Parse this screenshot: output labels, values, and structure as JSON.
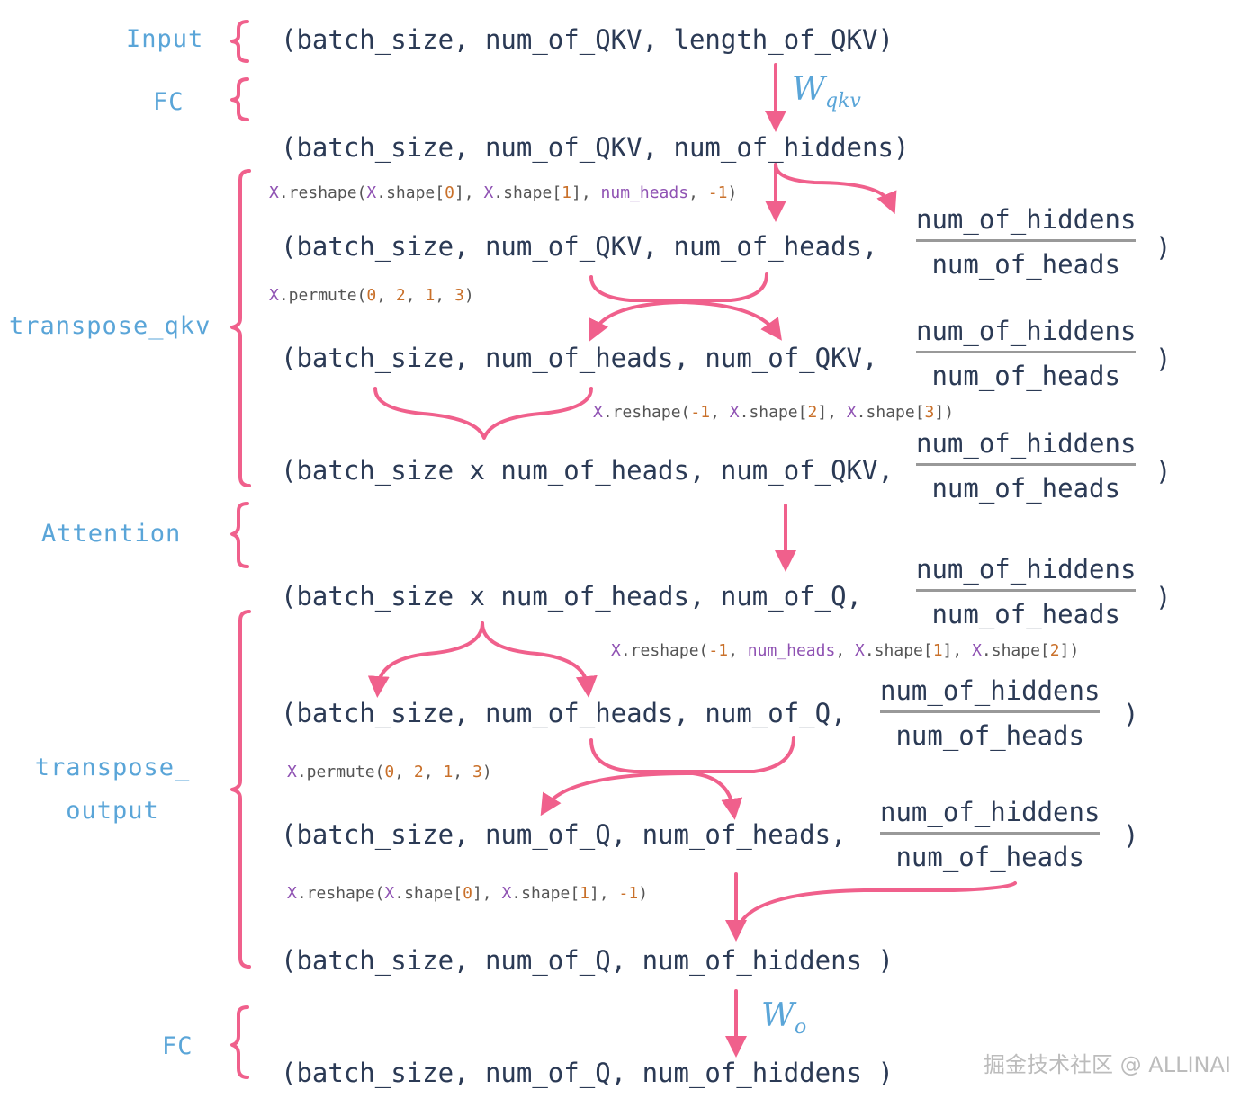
{
  "stages": {
    "input": "Input",
    "fc1": "FC",
    "transpose_qkv": "transpose_qkv",
    "attention": "Attention",
    "transpose_output_line1": "transpose_",
    "transpose_output_line2": "output",
    "fc2": "FC"
  },
  "shapes": {
    "s1": "(batch_size, num_of_QKV, length_of_QKV)",
    "s2": "(batch_size, num_of_QKV, num_of_hiddens)",
    "s3": "(batch_size, num_of_QKV, num_of_heads,",
    "s4": "(batch_size, num_of_heads, num_of_QKV,",
    "s5": "(batch_size x num_of_heads, num_of_QKV,",
    "s6": "(batch_size x num_of_heads, num_of_Q,",
    "s7": "(batch_size, num_of_heads, num_of_Q,",
    "s8": "(batch_size, num_of_Q, num_of_heads,",
    "s9": "(batch_size, num_of_Q, num_of_hiddens )",
    "s10": "(batch_size, num_of_Q, num_of_hiddens )"
  },
  "fraction": {
    "numerator": "num_of_hiddens",
    "denominator": "num_of_heads",
    "close_paren": ")"
  },
  "code": {
    "reshape_split": [
      {
        "t": "X",
        "c": "v"
      },
      {
        "t": ".reshape(",
        "c": "t"
      },
      {
        "t": "X",
        "c": "v"
      },
      {
        "t": ".shape[",
        "c": "t"
      },
      {
        "t": "0",
        "c": "n"
      },
      {
        "t": "], ",
        "c": "t"
      },
      {
        "t": "X",
        "c": "v"
      },
      {
        "t": ".shape[",
        "c": "t"
      },
      {
        "t": "1",
        "c": "n"
      },
      {
        "t": "], ",
        "c": "t"
      },
      {
        "t": "num_heads",
        "c": "v"
      },
      {
        "t": ", ",
        "c": "t"
      },
      {
        "t": "-1",
        "c": "n"
      },
      {
        "t": ")",
        "c": "t"
      }
    ],
    "permute_1": [
      {
        "t": "X",
        "c": "v"
      },
      {
        "t": ".permute(",
        "c": "t"
      },
      {
        "t": "0",
        "c": "n"
      },
      {
        "t": ", ",
        "c": "t"
      },
      {
        "t": "2",
        "c": "n"
      },
      {
        "t": ", ",
        "c": "t"
      },
      {
        "t": "1",
        "c": "n"
      },
      {
        "t": ", ",
        "c": "t"
      },
      {
        "t": "3",
        "c": "n"
      },
      {
        "t": ")",
        "c": "t"
      }
    ],
    "reshape_merge": [
      {
        "t": "X",
        "c": "v"
      },
      {
        "t": ".reshape(",
        "c": "t"
      },
      {
        "t": "-1",
        "c": "n"
      },
      {
        "t": ", ",
        "c": "t"
      },
      {
        "t": "X",
        "c": "v"
      },
      {
        "t": ".shape[",
        "c": "t"
      },
      {
        "t": "2",
        "c": "n"
      },
      {
        "t": "], ",
        "c": "t"
      },
      {
        "t": "X",
        "c": "v"
      },
      {
        "t": ".shape[",
        "c": "t"
      },
      {
        "t": "3",
        "c": "n"
      },
      {
        "t": "])",
        "c": "t"
      }
    ],
    "reshape_unmerge": [
      {
        "t": "X",
        "c": "v"
      },
      {
        "t": ".reshape(",
        "c": "t"
      },
      {
        "t": "-1",
        "c": "n"
      },
      {
        "t": ", ",
        "c": "t"
      },
      {
        "t": "num_heads",
        "c": "v"
      },
      {
        "t": ", ",
        "c": "t"
      },
      {
        "t": "X",
        "c": "v"
      },
      {
        "t": ".shape[",
        "c": "t"
      },
      {
        "t": "1",
        "c": "n"
      },
      {
        "t": "], ",
        "c": "t"
      },
      {
        "t": "X",
        "c": "v"
      },
      {
        "t": ".shape[",
        "c": "t"
      },
      {
        "t": "2",
        "c": "n"
      },
      {
        "t": "])",
        "c": "t"
      }
    ],
    "permute_2": [
      {
        "t": "X",
        "c": "v"
      },
      {
        "t": ".permute(",
        "c": "t"
      },
      {
        "t": "0",
        "c": "n"
      },
      {
        "t": ", ",
        "c": "t"
      },
      {
        "t": "2",
        "c": "n"
      },
      {
        "t": ", ",
        "c": "t"
      },
      {
        "t": "1",
        "c": "n"
      },
      {
        "t": ", ",
        "c": "t"
      },
      {
        "t": "3",
        "c": "n"
      },
      {
        "t": ")",
        "c": "t"
      }
    ],
    "reshape_final": [
      {
        "t": "X",
        "c": "v"
      },
      {
        "t": ".reshape(",
        "c": "t"
      },
      {
        "t": "X",
        "c": "v"
      },
      {
        "t": ".shape[",
        "c": "t"
      },
      {
        "t": "0",
        "c": "n"
      },
      {
        "t": "], ",
        "c": "t"
      },
      {
        "t": "X",
        "c": "v"
      },
      {
        "t": ".shape[",
        "c": "t"
      },
      {
        "t": "1",
        "c": "n"
      },
      {
        "t": "], ",
        "c": "t"
      },
      {
        "t": "-1",
        "c": "n"
      },
      {
        "t": ")",
        "c": "t"
      }
    ]
  },
  "weights": {
    "w_qkv_main": "W",
    "w_qkv_sub": "qkv",
    "w_o_main": "W",
    "w_o_sub": "o"
  },
  "watermark": "掘金技术社区 @ ALLINAI",
  "colors": {
    "stage_label": "#5aa5d8",
    "shape_text": "#2b3a55",
    "arrow": "#f0608c",
    "code_var": "#8f52b3",
    "code_num": "#c9702a",
    "code_text": "#555555",
    "fraction_bar": "#999999",
    "watermark": "#bcbcbc"
  }
}
